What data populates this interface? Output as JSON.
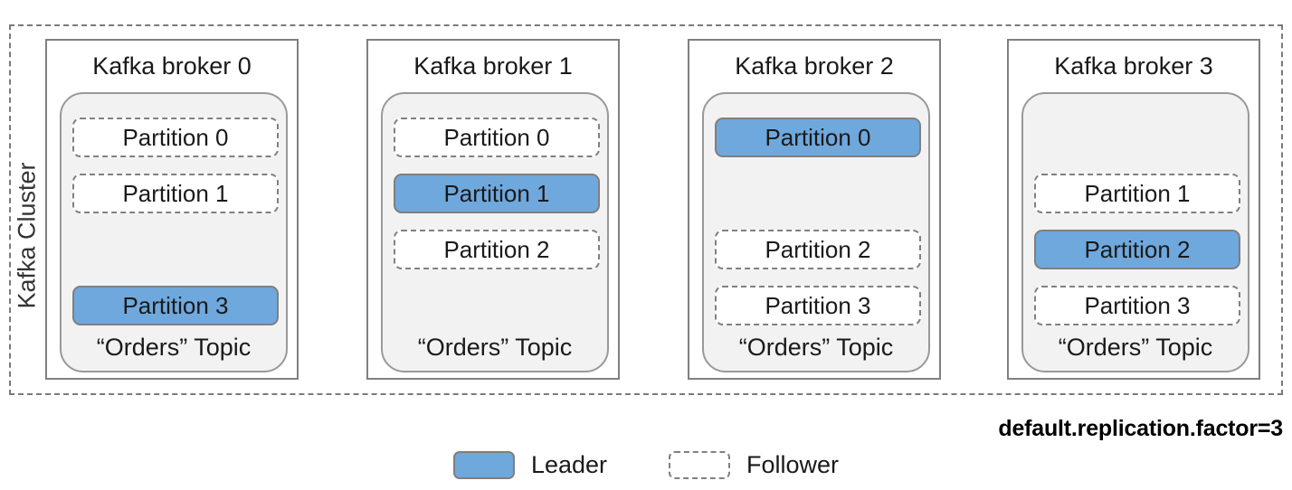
{
  "cluster": {
    "label": "Kafka Cluster"
  },
  "brokers": [
    {
      "title": "Kafka broker 0",
      "topic_label": "“Orders” Topic",
      "slots": [
        {
          "label": "Partition 0",
          "role": "follower"
        },
        {
          "label": "Partition 1",
          "role": "follower"
        },
        {
          "label": "",
          "role": "empty"
        },
        {
          "label": "Partition 3",
          "role": "leader"
        }
      ]
    },
    {
      "title": "Kafka broker 1",
      "topic_label": "“Orders” Topic",
      "slots": [
        {
          "label": "Partition 0",
          "role": "follower"
        },
        {
          "label": "Partition 1",
          "role": "leader"
        },
        {
          "label": "Partition 2",
          "role": "follower"
        },
        {
          "label": "",
          "role": "empty"
        }
      ]
    },
    {
      "title": "Kafka broker 2",
      "topic_label": "“Orders” Topic",
      "slots": [
        {
          "label": "Partition 0",
          "role": "leader"
        },
        {
          "label": "",
          "role": "empty"
        },
        {
          "label": "Partition 2",
          "role": "follower"
        },
        {
          "label": "Partition 3",
          "role": "follower"
        }
      ]
    },
    {
      "title": "Kafka broker 3",
      "topic_label": "“Orders” Topic",
      "slots": [
        {
          "label": "",
          "role": "empty"
        },
        {
          "label": "Partition 1",
          "role": "follower"
        },
        {
          "label": "Partition 2",
          "role": "leader"
        },
        {
          "label": "Partition 3",
          "role": "follower"
        }
      ]
    }
  ],
  "footer": {
    "replication_factor": "default.replication.factor=3"
  },
  "legend": {
    "items": [
      {
        "label": "Leader",
        "role": "leader"
      },
      {
        "label": "Follower",
        "role": "follower"
      }
    ]
  },
  "colors": {
    "leader_fill": "#6FA8DC",
    "leader_stroke": "#7f7f7f",
    "follower_fill": "#ffffff",
    "follower_stroke": "#808080",
    "topic_fill": "#f2f2f2",
    "topic_stroke": "#999999",
    "broker_stroke": "#808080",
    "cluster_stroke": "#7a7a7a",
    "text": "#1a1a1a"
  }
}
